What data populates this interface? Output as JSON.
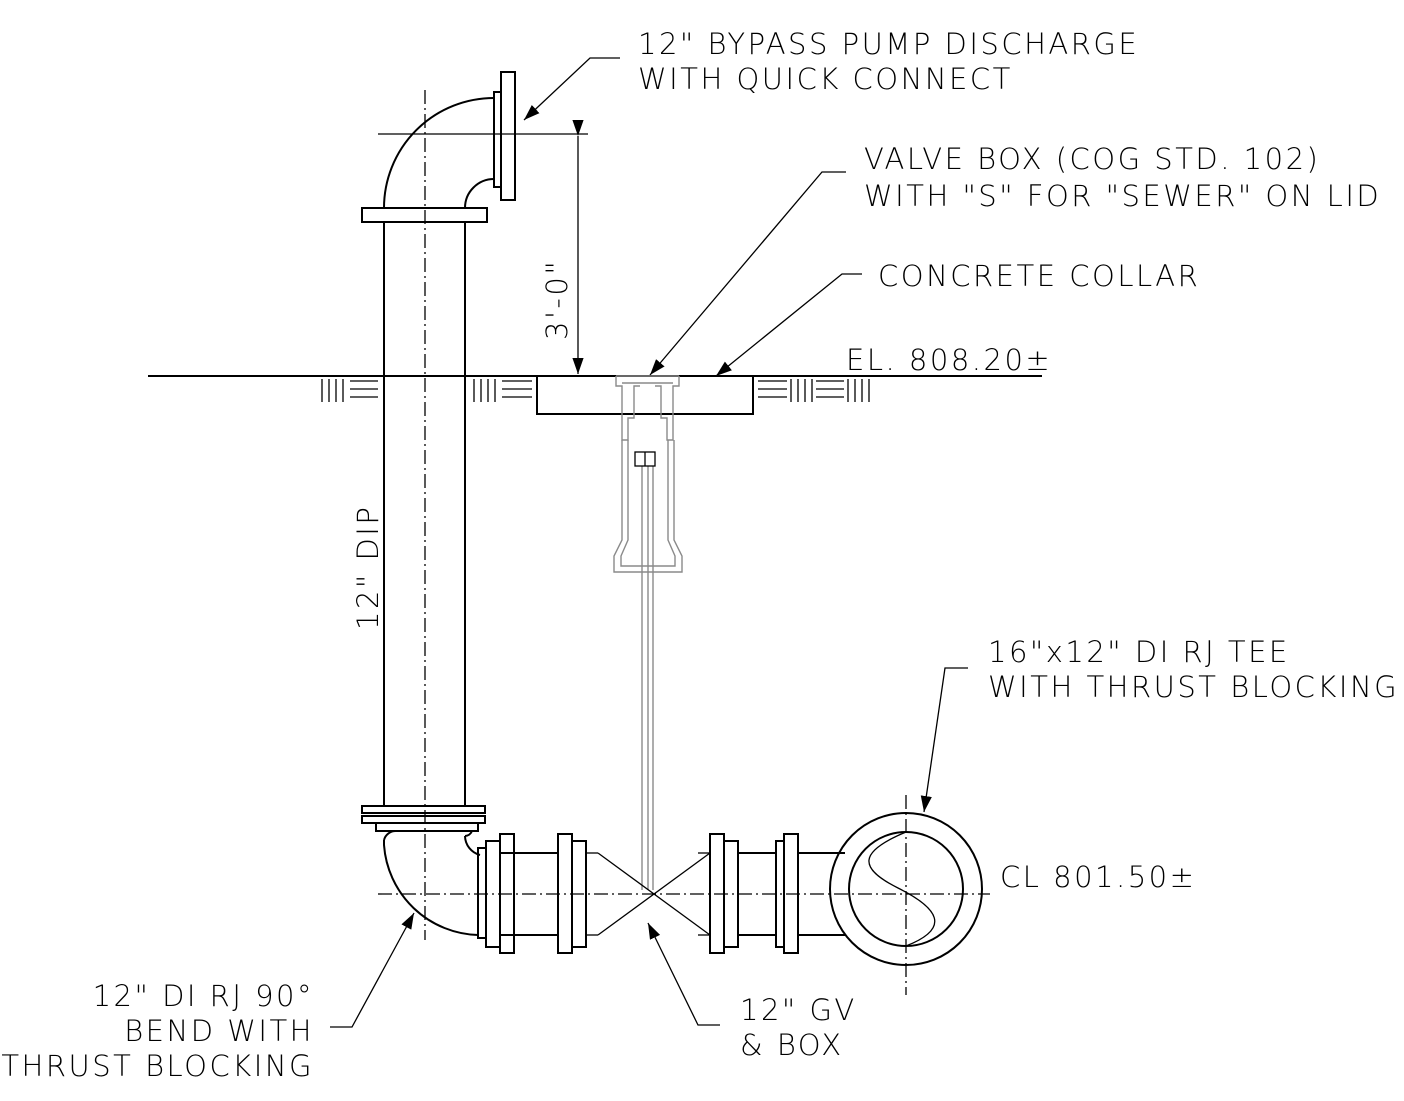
{
  "labels": {
    "bypass_line1": "12\" BYPASS PUMP DISCHARGE",
    "bypass_line2": "WITH QUICK CONNECT",
    "valvebox_line1": "VALVE BOX (COG STD. 102)",
    "valvebox_line2": "WITH \"S\" FOR \"SEWER\" ON LID",
    "collar": "CONCRETE COLLAR",
    "elevation": "EL. 808.20±",
    "dimension": "3'-0\"",
    "pipe": "12\" DIP",
    "tee_line1": "16\"x12\" DI RJ TEE",
    "tee_line2": "WITH THRUST BLOCKING",
    "centerline": "CL 801.50±",
    "bend_line1": "12\" DI RJ 90°",
    "bend_line2": "BEND WITH",
    "bend_line3": "THRUST BLOCKING",
    "gv_line1": "12\" GV",
    "gv_line2": "& BOX"
  },
  "colors": {
    "line": "#000000",
    "background": "#ffffff",
    "valve_box": "#8a8a8a"
  }
}
